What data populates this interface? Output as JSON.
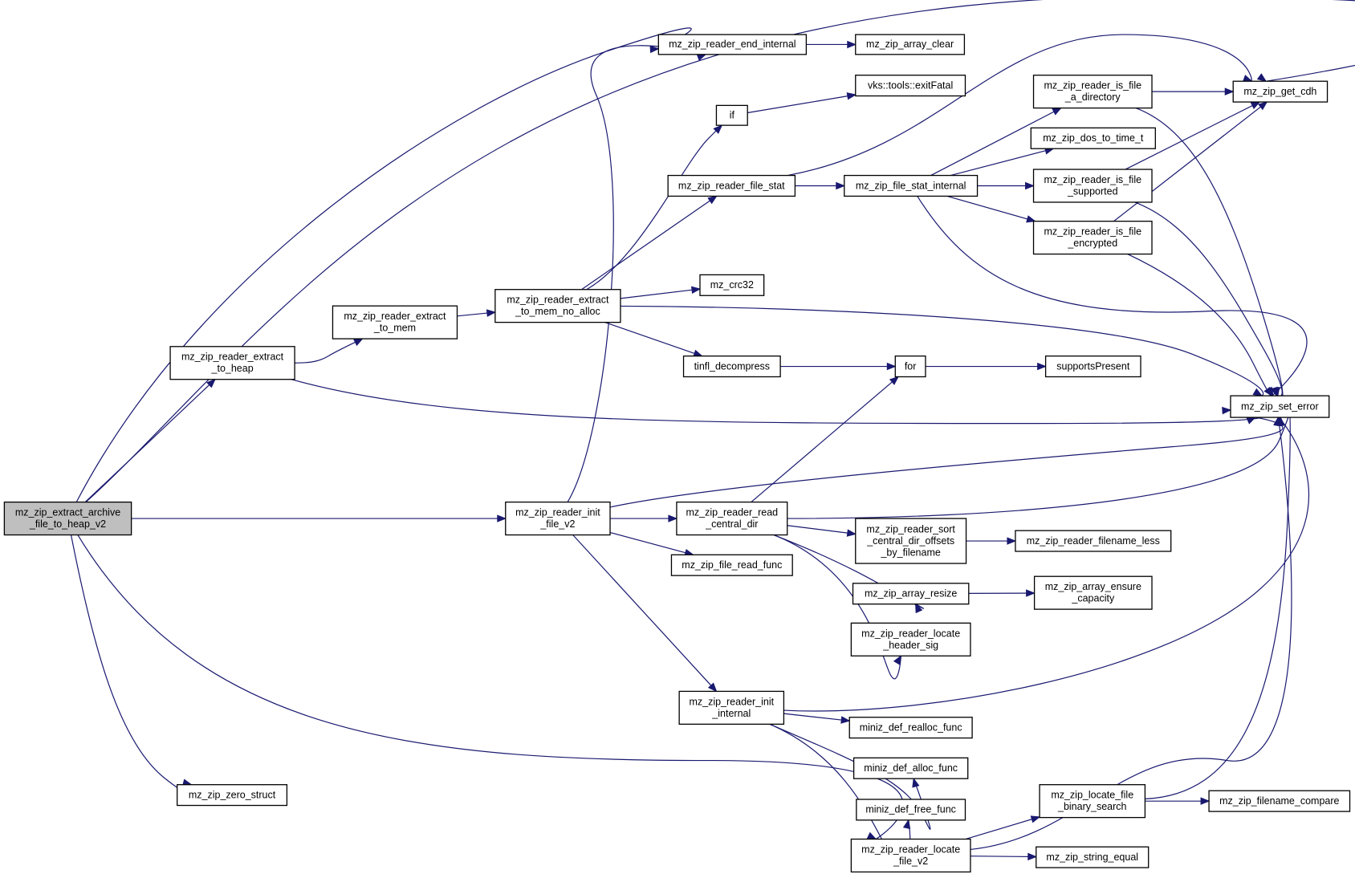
{
  "graph": {
    "edge_color": "#191970",
    "root_fill": "#bfbfbf",
    "node_fill": "#ffffff",
    "nodes": [
      {
        "id": "root",
        "lines": [
          "mz_zip_extract_archive",
          "_file_to_heap_v2"
        ],
        "root": true
      },
      {
        "id": "extract_to_heap",
        "lines": [
          "mz_zip_reader_extract",
          "_to_heap"
        ]
      },
      {
        "id": "zero_struct",
        "lines": [
          "mz_zip_zero_struct"
        ]
      },
      {
        "id": "init_file_v2",
        "lines": [
          "mz_zip_reader_init",
          "_file_v2"
        ]
      },
      {
        "id": "locate_file_v2",
        "lines": [
          "mz_zip_reader_locate",
          "_file_v2"
        ]
      },
      {
        "id": "end_internal",
        "lines": [
          "mz_zip_reader_end_internal"
        ]
      },
      {
        "id": "get_cdh",
        "lines": [
          "mz_zip_get_cdh"
        ]
      },
      {
        "id": "set_error",
        "lines": [
          "mz_zip_set_error"
        ]
      },
      {
        "id": "extract_to_mem",
        "lines": [
          "mz_zip_reader_extract",
          "_to_mem"
        ]
      },
      {
        "id": "to_mem_no_alloc",
        "lines": [
          "mz_zip_reader_extract",
          "_to_mem_no_alloc"
        ]
      },
      {
        "id": "array_clear",
        "lines": [
          "mz_zip_array_clear"
        ]
      },
      {
        "id": "if",
        "lines": [
          "if"
        ]
      },
      {
        "id": "exitFatal",
        "lines": [
          "vks::tools::exitFatal"
        ]
      },
      {
        "id": "file_stat",
        "lines": [
          "mz_zip_reader_file_stat"
        ]
      },
      {
        "id": "file_stat_internal",
        "lines": [
          "mz_zip_file_stat_internal"
        ]
      },
      {
        "id": "is_dir",
        "lines": [
          "mz_zip_reader_is_file",
          "_a_directory"
        ]
      },
      {
        "id": "dos_to_time",
        "lines": [
          "mz_zip_dos_to_time_t"
        ]
      },
      {
        "id": "is_supported",
        "lines": [
          "mz_zip_reader_is_file",
          "_supported"
        ]
      },
      {
        "id": "is_encrypted",
        "lines": [
          "mz_zip_reader_is_file",
          "_encrypted"
        ]
      },
      {
        "id": "crc32",
        "lines": [
          "mz_crc32"
        ]
      },
      {
        "id": "tinfl",
        "lines": [
          "tinfl_decompress"
        ]
      },
      {
        "id": "for",
        "lines": [
          "for"
        ]
      },
      {
        "id": "supportsPresent",
        "lines": [
          "supportsPresent"
        ]
      },
      {
        "id": "read_central_dir",
        "lines": [
          "mz_zip_reader_read",
          "_central_dir"
        ]
      },
      {
        "id": "file_read_func",
        "lines": [
          "mz_zip_file_read_func"
        ]
      },
      {
        "id": "sort_offsets",
        "lines": [
          "mz_zip_reader_sort",
          "_central_dir_offsets",
          "_by_filename"
        ]
      },
      {
        "id": "filename_less",
        "lines": [
          "mz_zip_reader_filename_less"
        ]
      },
      {
        "id": "array_resize",
        "lines": [
          "mz_zip_array_resize"
        ]
      },
      {
        "id": "ensure_capacity",
        "lines": [
          "mz_zip_array_ensure",
          "_capacity"
        ]
      },
      {
        "id": "locate_header_sig",
        "lines": [
          "mz_zip_reader_locate",
          "_header_sig"
        ]
      },
      {
        "id": "init_internal",
        "lines": [
          "mz_zip_reader_init",
          "_internal"
        ]
      },
      {
        "id": "realloc_func",
        "lines": [
          "miniz_def_realloc_func"
        ]
      },
      {
        "id": "alloc_func",
        "lines": [
          "miniz_def_alloc_func"
        ]
      },
      {
        "id": "free_func",
        "lines": [
          "miniz_def_free_func"
        ]
      },
      {
        "id": "binary_search",
        "lines": [
          "mz_zip_locate_file",
          "_binary_search"
        ]
      },
      {
        "id": "string_equal",
        "lines": [
          "mz_zip_string_equal"
        ]
      },
      {
        "id": "filename_compare",
        "lines": [
          "mz_zip_filename_compare"
        ]
      }
    ],
    "edges": [
      [
        "root",
        "extract_to_heap"
      ],
      [
        "root",
        "end_internal"
      ],
      [
        "root",
        "get_cdh"
      ],
      [
        "root",
        "init_file_v2"
      ],
      [
        "root",
        "zero_struct"
      ],
      [
        "root",
        "locate_file_v2"
      ],
      [
        "extract_to_heap",
        "extract_to_mem"
      ],
      [
        "extract_to_heap",
        "set_error"
      ],
      [
        "extract_to_mem",
        "to_mem_no_alloc"
      ],
      [
        "to_mem_no_alloc",
        "if"
      ],
      [
        "to_mem_no_alloc",
        "file_stat"
      ],
      [
        "to_mem_no_alloc",
        "crc32"
      ],
      [
        "to_mem_no_alloc",
        "tinfl"
      ],
      [
        "to_mem_no_alloc",
        "set_error"
      ],
      [
        "end_internal",
        "array_clear"
      ],
      [
        "if",
        "exitFatal"
      ],
      [
        "file_stat",
        "file_stat_internal"
      ],
      [
        "file_stat",
        "get_cdh"
      ],
      [
        "file_stat_internal",
        "is_dir"
      ],
      [
        "file_stat_internal",
        "dos_to_time"
      ],
      [
        "file_stat_internal",
        "is_supported"
      ],
      [
        "file_stat_internal",
        "is_encrypted"
      ],
      [
        "file_stat_internal",
        "set_error"
      ],
      [
        "is_dir",
        "get_cdh"
      ],
      [
        "is_dir",
        "set_error"
      ],
      [
        "is_supported",
        "get_cdh"
      ],
      [
        "is_supported",
        "set_error"
      ],
      [
        "is_encrypted",
        "get_cdh"
      ],
      [
        "is_encrypted",
        "set_error"
      ],
      [
        "tinfl",
        "for"
      ],
      [
        "for",
        "supportsPresent"
      ],
      [
        "init_file_v2",
        "end_internal"
      ],
      [
        "init_file_v2",
        "read_central_dir"
      ],
      [
        "init_file_v2",
        "file_read_func"
      ],
      [
        "init_file_v2",
        "init_internal"
      ],
      [
        "init_file_v2",
        "set_error"
      ],
      [
        "read_central_dir",
        "for"
      ],
      [
        "read_central_dir",
        "set_error"
      ],
      [
        "read_central_dir",
        "sort_offsets"
      ],
      [
        "read_central_dir",
        "array_resize"
      ],
      [
        "read_central_dir",
        "locate_header_sig"
      ],
      [
        "sort_offsets",
        "filename_less"
      ],
      [
        "array_resize",
        "ensure_capacity"
      ],
      [
        "init_internal",
        "set_error"
      ],
      [
        "init_internal",
        "realloc_func"
      ],
      [
        "init_internal",
        "alloc_func"
      ],
      [
        "init_internal",
        "free_func"
      ],
      [
        "locate_file_v2",
        "binary_search"
      ],
      [
        "locate_file_v2",
        "string_equal"
      ],
      [
        "locate_file_v2",
        "set_error"
      ],
      [
        "binary_search",
        "filename_compare"
      ],
      [
        "binary_search",
        "set_error"
      ]
    ]
  }
}
